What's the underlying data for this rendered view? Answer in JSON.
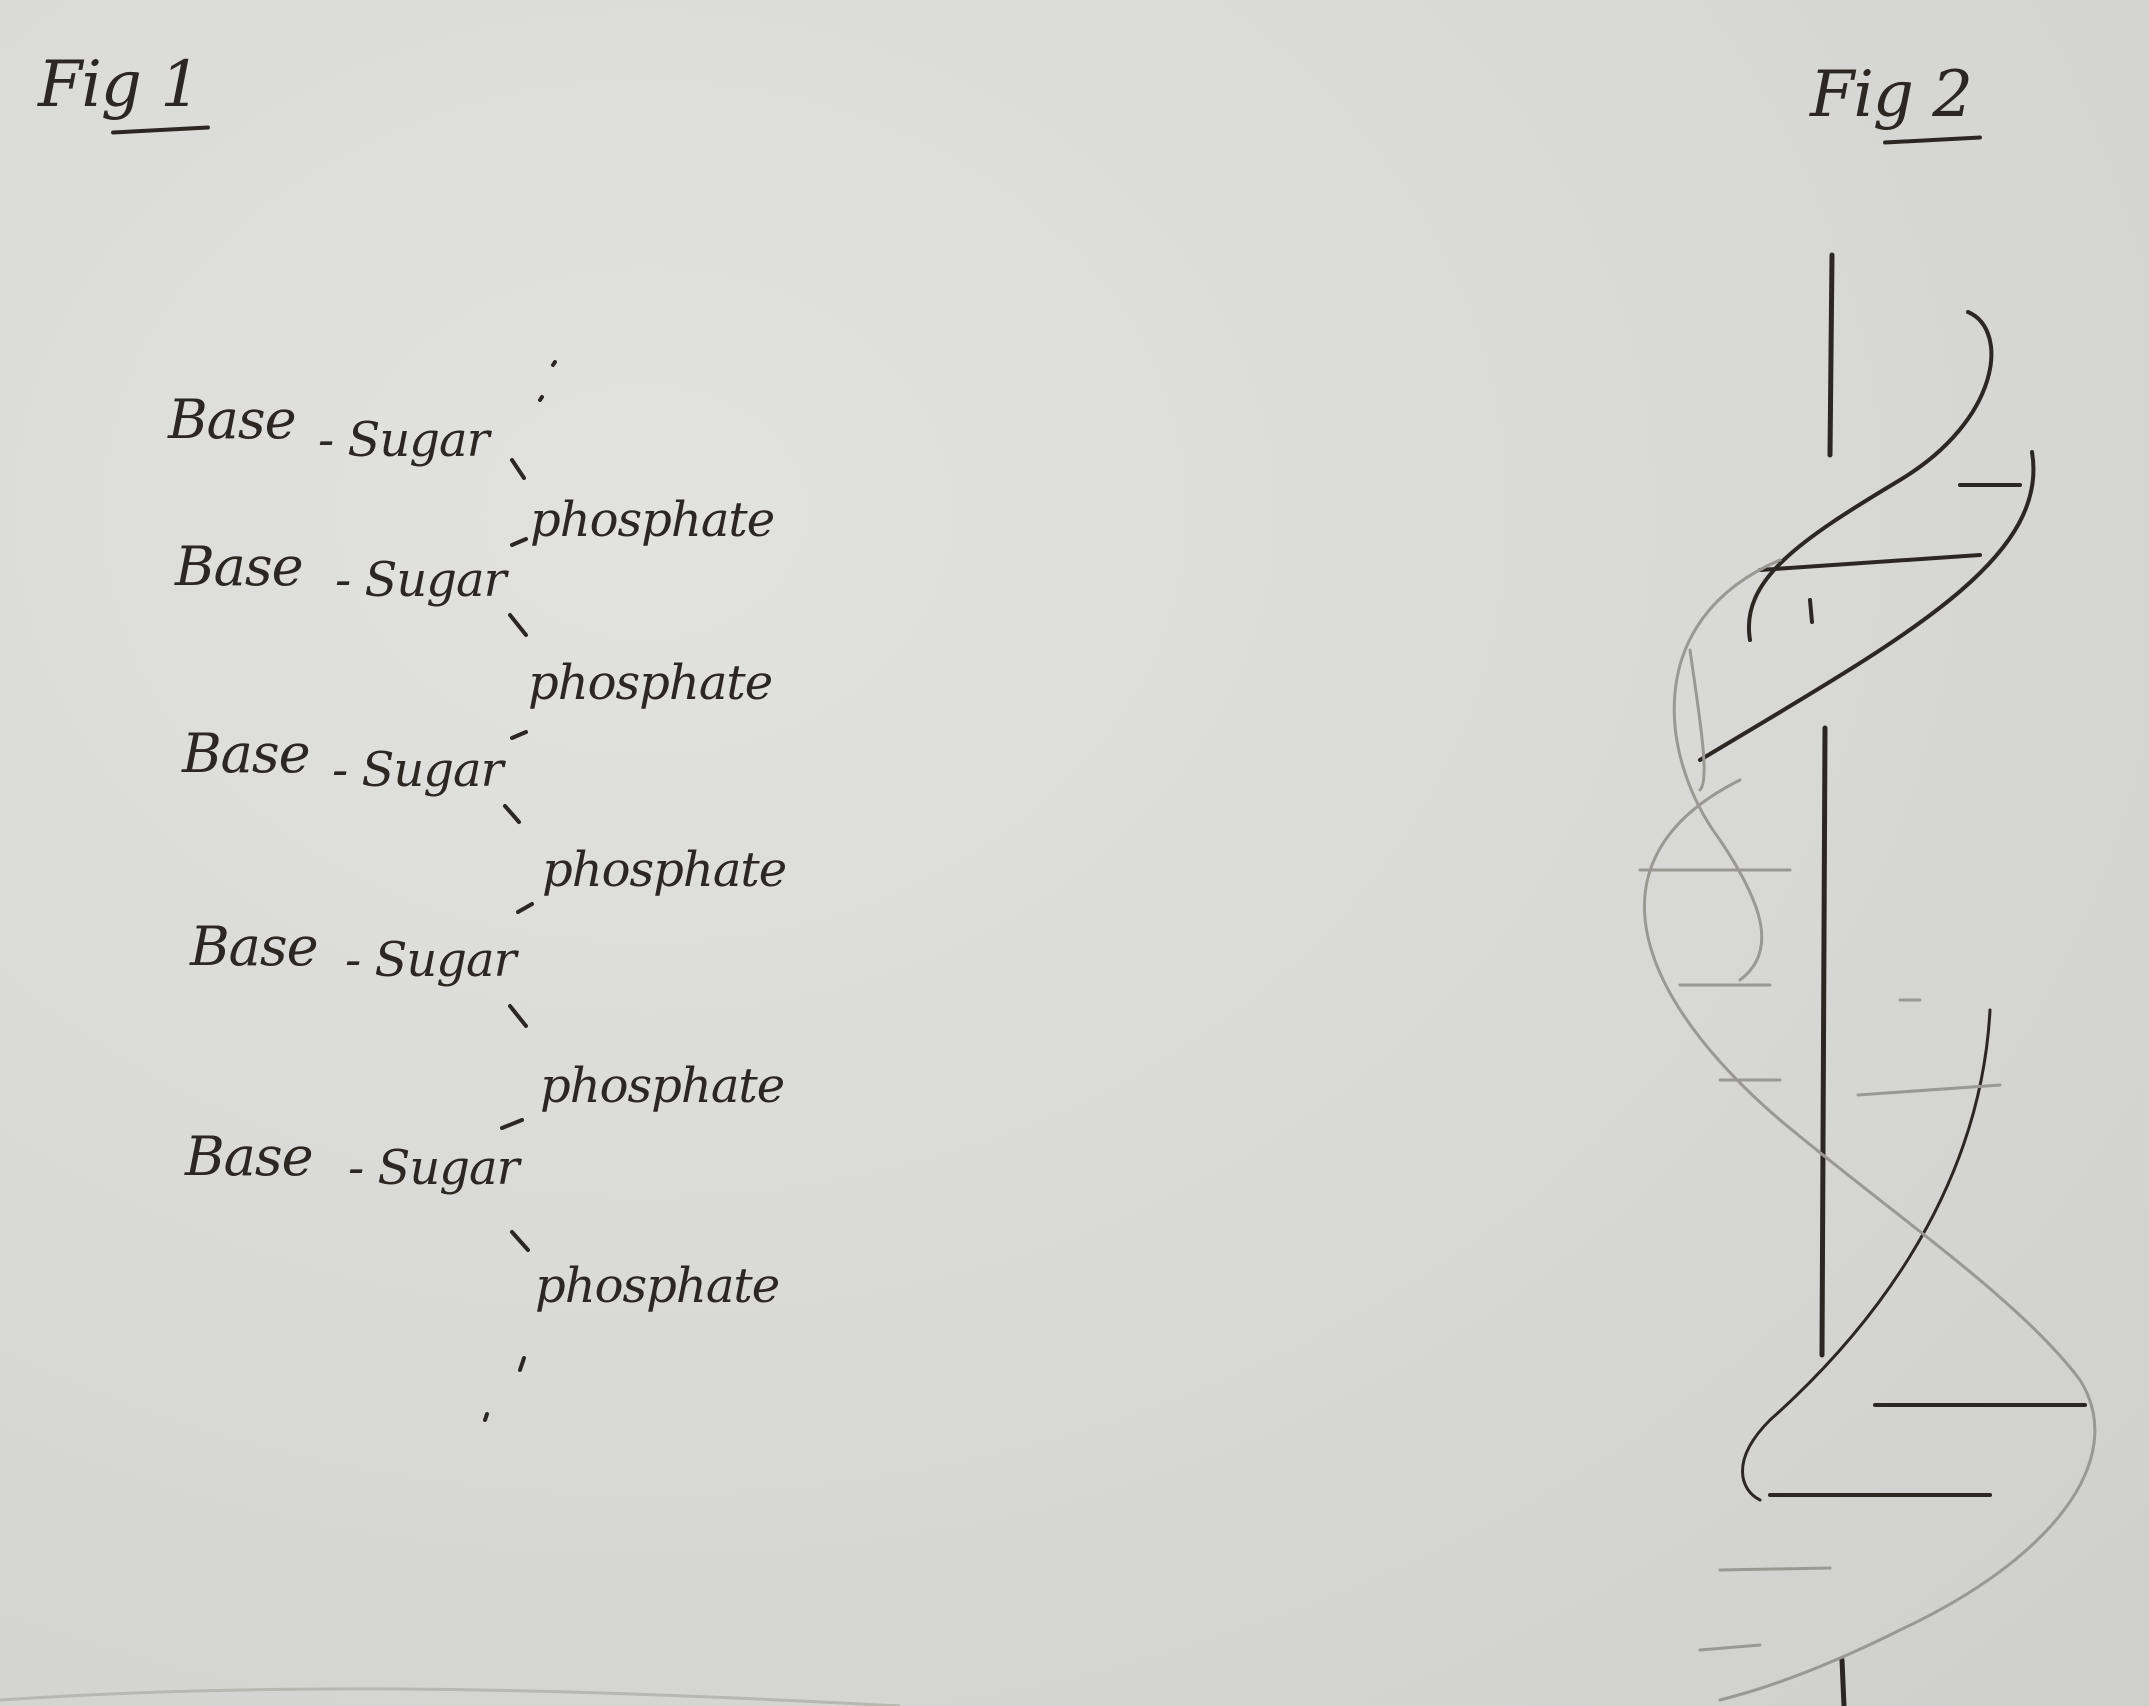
{
  "fig1": {
    "label": "Fig 1",
    "units": [
      {
        "base": "Base",
        "sugar": "- Sugar",
        "phosphate": "phosphate"
      },
      {
        "base": "Base",
        "sugar": "- Sugar",
        "phosphate": "phosphate"
      },
      {
        "base": "Base",
        "sugar": "- Sugar",
        "phosphate": "phosphate"
      },
      {
        "base": "Base",
        "sugar": "- Sugar",
        "phosphate": "phosphate"
      },
      {
        "base": "Base",
        "sugar": "- Sugar",
        "phosphate": "phosphate"
      }
    ]
  },
  "fig2": {
    "label": "Fig 2"
  },
  "colors": {
    "paper": "#d9d9d6",
    "ink": "#2b2722",
    "pencil": "#9a9892"
  }
}
